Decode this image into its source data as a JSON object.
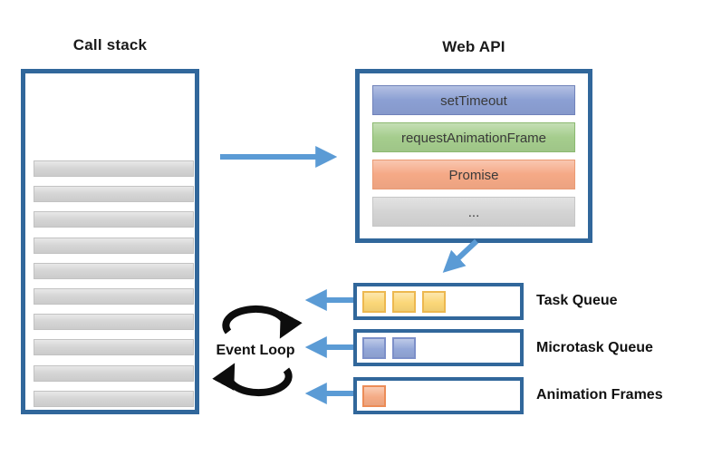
{
  "diagram": {
    "background_color": "#ffffff",
    "box_border_color": "#31679b",
    "arrow_color": "#5b9bd5",
    "event_loop_arrow_color": "#0d0d0d"
  },
  "call_stack": {
    "title": "Call stack",
    "frame_count": 10,
    "frame_color": "#d6d6d6"
  },
  "web_api": {
    "title": "Web API",
    "items": [
      {
        "label": "setTimeout",
        "fill": "#8b9fd3",
        "border": "#7082ba"
      },
      {
        "label": "requestAnimationFrame",
        "fill": "#a5cd8d",
        "border": "#8bb970"
      },
      {
        "label": "Promise",
        "fill": "#f5a986",
        "border": "#ea9a73"
      },
      {
        "label": "...",
        "fill": "#d4d4d4",
        "border": "#c6c6c6"
      }
    ]
  },
  "event_loop": {
    "label": "Event Loop"
  },
  "queues": [
    {
      "label": "Task Queue",
      "item_count": 3,
      "item_fill": "#fbd778",
      "item_border": "#edb84f"
    },
    {
      "label": "Microtask Queue",
      "item_count": 2,
      "item_fill": "#93a7d8",
      "item_border": "#7d90c9"
    },
    {
      "label": "Animation Frames",
      "item_count": 1,
      "item_fill": "#f5ab85",
      "item_border": "#ec8c57"
    }
  ]
}
